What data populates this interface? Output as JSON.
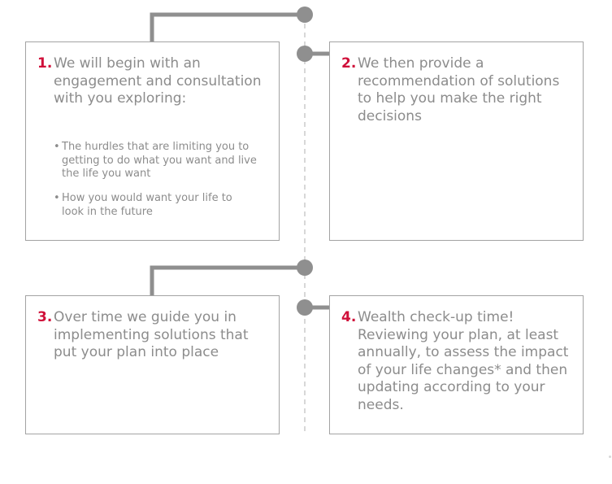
{
  "steps": [
    {
      "number": "1.",
      "text": "We will begin with an engagement and consultation with you exploring:"
    },
    {
      "number": "2.",
      "text": "We then provide a recommendation of solutions to help you make the right decisions"
    },
    {
      "number": "3.",
      "text": "Over time we guide you in implementing solutions that put your plan into place"
    },
    {
      "number": "4.",
      "text": "Wealth check-up time! Reviewing your plan, at least annually, to assess the impact of your life changes* and then updating according to your needs."
    }
  ],
  "step1_bullets": [
    {
      "marker": "•",
      "text": "The hurdles that are limiting you to getting to do what you want and live the life you want"
    },
    {
      "marker": "•",
      "text": "How you would want your life to look in the future"
    }
  ],
  "colors": {
    "accent": "#d0103a",
    "text": "#8c8c8c",
    "connector": "#8f8f8f",
    "box_border": "#a3a3a3",
    "timeline": "#bdbdbd"
  }
}
